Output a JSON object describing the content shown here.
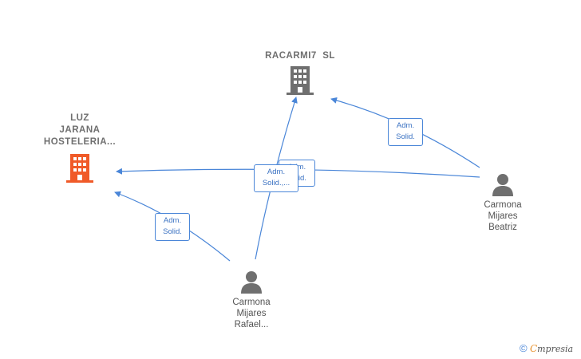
{
  "colors": {
    "edge": "#4a86d8",
    "company_active": "#f05a28",
    "company": "#6f6f6f",
    "person": "#6f6f6f"
  },
  "nodes": {
    "luz_jarana": {
      "label_lines": [
        "LUZ",
        "JARANA",
        "HOSTELERIA..."
      ],
      "icon": "building-icon"
    },
    "racarmi7": {
      "label_lines": [
        "RACARMI7  SL"
      ],
      "icon": "building-icon"
    },
    "beatriz": {
      "label_lines": [
        "Carmona",
        "Mijares",
        "Beatriz"
      ],
      "icon": "person-icon"
    },
    "rafael": {
      "label_lines": [
        "Carmona",
        "Mijares",
        "Rafael..."
      ],
      "icon": "person-icon"
    }
  },
  "edges": [
    {
      "from": "beatriz",
      "to": "racarmi7",
      "label_lines": [
        "Adm.",
        "Solid."
      ]
    },
    {
      "from": "beatriz",
      "to": "luz_jarana",
      "label_lines": [
        "Adm.",
        "Solid."
      ]
    },
    {
      "from": "rafael",
      "to": "racarmi7",
      "label_lines": [
        "Adm.",
        "Solid.,..."
      ]
    },
    {
      "from": "rafael",
      "to": "luz_jarana",
      "label_lines": [
        "Adm.",
        "Solid."
      ]
    }
  ],
  "footer": {
    "copyright_symbol": "©",
    "brand_first": "C",
    "brand_rest": "mpresia"
  }
}
